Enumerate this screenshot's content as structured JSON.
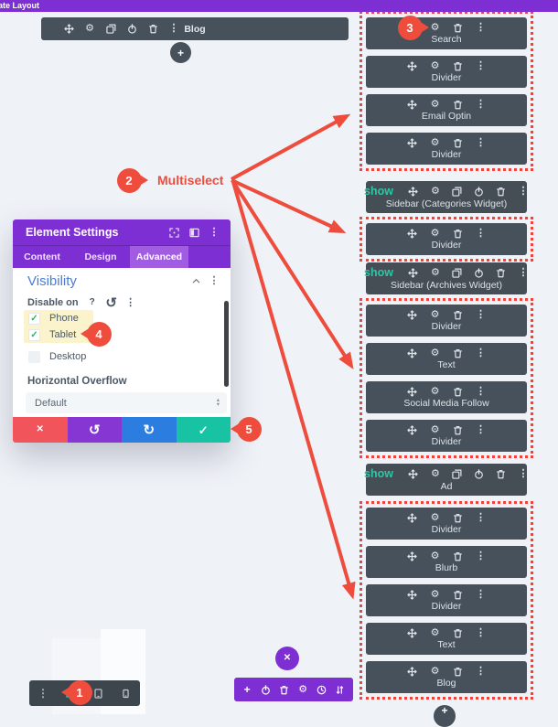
{
  "topbar": {
    "title": "ate Layout"
  },
  "hero_module": {
    "label": "Blog",
    "icons": [
      "move",
      "gear",
      "duplicate",
      "disable",
      "trash",
      "dots"
    ]
  },
  "annotations": {
    "multiselect_label": "Multiselect",
    "balloons": [
      {
        "label": "1"
      },
      {
        "label": "2"
      },
      {
        "label": "3"
      },
      {
        "label": "4"
      },
      {
        "label": "5"
      }
    ]
  },
  "modal": {
    "title": "Element Settings",
    "header_icons": [
      "expand",
      "split",
      "dots"
    ],
    "tabs": [
      {
        "label": "Content",
        "active": false
      },
      {
        "label": "Design",
        "active": false
      },
      {
        "label": "Advanced",
        "active": true
      }
    ],
    "section": {
      "title": "Visibility",
      "icons": [
        "chevron-up",
        "dots"
      ]
    },
    "disable_on": {
      "label": "Disable on",
      "icons": [
        "help",
        "undo",
        "dots"
      ],
      "options": [
        {
          "label": "Phone",
          "checked": true,
          "highlighted": true
        },
        {
          "label": "Tablet",
          "checked": true,
          "highlighted": true
        },
        {
          "label": "Desktop",
          "checked": false,
          "highlighted": false
        }
      ]
    },
    "horizontal_overflow": {
      "label": "Horizontal Overflow",
      "value": "Default"
    },
    "footer_buttons": [
      {
        "name": "cancel",
        "icon": "close",
        "color": "#f2545b"
      },
      {
        "name": "undo",
        "icon": "undo",
        "color": "#8636d2"
      },
      {
        "name": "redo",
        "icon": "redo",
        "color": "#2b7de0"
      },
      {
        "name": "save",
        "icon": "check",
        "color": "#18c3a4"
      }
    ]
  },
  "right_column": {
    "blocks": [
      {
        "type": "group",
        "modules": [
          {
            "label": "Search",
            "icons": [
              "move",
              "gear",
              "trash",
              "dots"
            ]
          },
          {
            "label": "Divider",
            "icons": [
              "move",
              "gear",
              "trash",
              "dots"
            ]
          },
          {
            "label": "Email Optin",
            "icons": [
              "move",
              "gear",
              "trash",
              "dots"
            ]
          },
          {
            "label": "Divider",
            "icons": [
              "move",
              "gear",
              "trash",
              "dots"
            ]
          }
        ]
      },
      {
        "type": "module",
        "show_label": "show",
        "label": "Sidebar (Categories Widget)",
        "icons": [
          "move",
          "gear",
          "duplicate",
          "disable",
          "trash",
          "dots"
        ]
      },
      {
        "type": "group",
        "modules": [
          {
            "label": "Divider",
            "icons": [
              "move",
              "gear",
              "trash",
              "dots"
            ]
          }
        ]
      },
      {
        "type": "module",
        "show_label": "show",
        "label": "Sidebar (Archives Widget)",
        "icons": [
          "move",
          "gear",
          "duplicate",
          "disable",
          "trash",
          "dots"
        ]
      },
      {
        "type": "group",
        "modules": [
          {
            "label": "Divider",
            "icons": [
              "move",
              "gear",
              "trash",
              "dots"
            ]
          },
          {
            "label": "Text",
            "icons": [
              "move",
              "gear",
              "trash",
              "dots"
            ]
          },
          {
            "label": "Social Media Follow",
            "icons": [
              "move",
              "gear",
              "trash",
              "dots"
            ]
          },
          {
            "label": "Divider",
            "icons": [
              "move",
              "gear",
              "trash",
              "dots"
            ]
          }
        ]
      },
      {
        "type": "module",
        "show_label": "show",
        "label": "Ad",
        "icons": [
          "move",
          "gear",
          "duplicate",
          "disable",
          "trash",
          "dots"
        ]
      },
      {
        "type": "group",
        "modules": [
          {
            "label": "Divider",
            "icons": [
              "move",
              "gear",
              "trash",
              "dots"
            ]
          },
          {
            "label": "Blurb",
            "icons": [
              "move",
              "gear",
              "trash",
              "dots"
            ]
          },
          {
            "label": "Divider",
            "icons": [
              "move",
              "gear",
              "trash",
              "dots"
            ]
          },
          {
            "label": "Text",
            "icons": [
              "move",
              "gear",
              "trash",
              "dots"
            ]
          },
          {
            "label": "Blog",
            "icons": [
              "move",
              "gear",
              "trash",
              "dots"
            ]
          }
        ]
      }
    ]
  },
  "wireframe_toolbar": {
    "icons": [
      {
        "name": "menu-dots",
        "color": "#aab2bb"
      },
      {
        "name": "grid",
        "color": "#2dc6a8"
      },
      {
        "name": "tablet",
        "color": "#c6ccd3"
      },
      {
        "name": "phone",
        "color": "#c6ccd3"
      }
    ]
  },
  "page_toolbar": {
    "close_icon": "close",
    "icons": [
      "plus",
      "disable",
      "trash",
      "gear",
      "clock",
      "sort"
    ]
  },
  "colors": {
    "accent_red": "#ee4d3e",
    "builder_purple": "#7d2fd4",
    "module_dark": "#47515c",
    "show_green": "#2dc6a8"
  }
}
